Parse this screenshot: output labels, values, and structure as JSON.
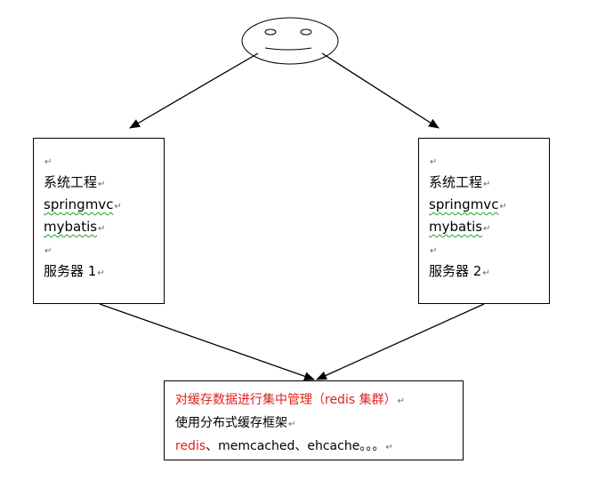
{
  "diagram": {
    "server_1": {
      "lines": [
        "",
        "系统工程",
        "springmvc",
        "mybatis",
        "",
        "服务器 1"
      ]
    },
    "server_2": {
      "lines": [
        "",
        "系统工程",
        "springmvc",
        "mybatis",
        "",
        "服务器 2"
      ]
    },
    "cache": {
      "line_1": "对缓存数据进行集中管理（redis 集群）",
      "line_2": "使用分布式缓存框架",
      "line_3_red": "redis",
      "line_3_rest": "、memcached、ehcache。。。"
    },
    "paragraph_mark": "↵",
    "colors": {
      "highlight_text": "#e0211b",
      "spellcheck_underline": "#1fa51f"
    }
  }
}
